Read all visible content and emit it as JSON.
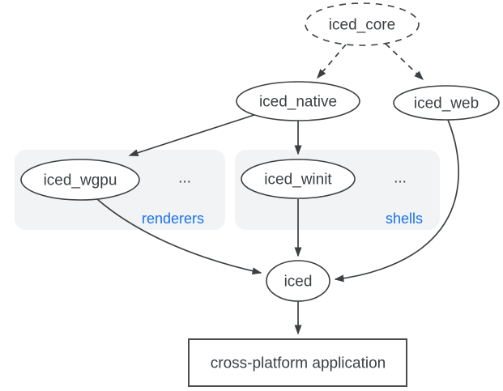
{
  "colors": {
    "stroke": "#3c4043",
    "text": "#3c4043",
    "accent_blue": "#1a73e8",
    "group_fill": "#f1f3f4",
    "node_fill": "#ffffff",
    "background": "#ffffff"
  },
  "nodes": {
    "iced_core": "iced_core",
    "iced_native": "iced_native",
    "iced_web": "iced_web",
    "iced_wgpu": "iced_wgpu",
    "iced_winit": "iced_winit",
    "iced": "iced",
    "application": "cross-platform application"
  },
  "groups": {
    "renderers": {
      "label": "renderers",
      "ellipsis": "..."
    },
    "shells": {
      "label": "shells",
      "ellipsis": "..."
    }
  }
}
